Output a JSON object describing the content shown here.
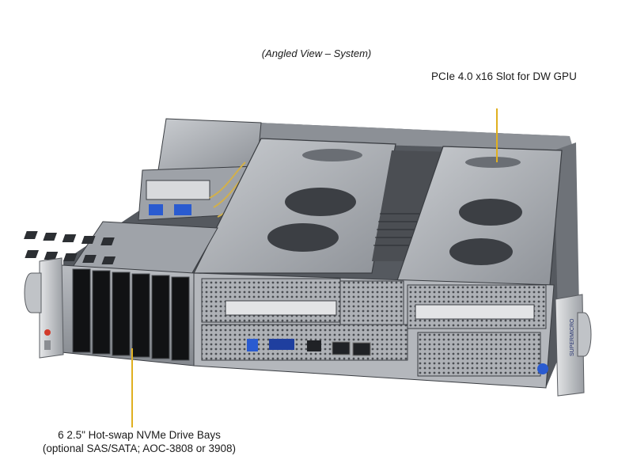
{
  "figure": {
    "caption": "(Angled View – System)",
    "callout_top": "PCIe 4.0 x16 Slot for DW GPU",
    "callout_bottom_line1": "6 2.5\" Hot-swap NVMe Drive Bays",
    "callout_bottom_line2": "(optional SAS/SATA; AOC-3808 or 3908)",
    "brand_mark": "SUPERMICRO",
    "leader_color": "#e0b020"
  }
}
